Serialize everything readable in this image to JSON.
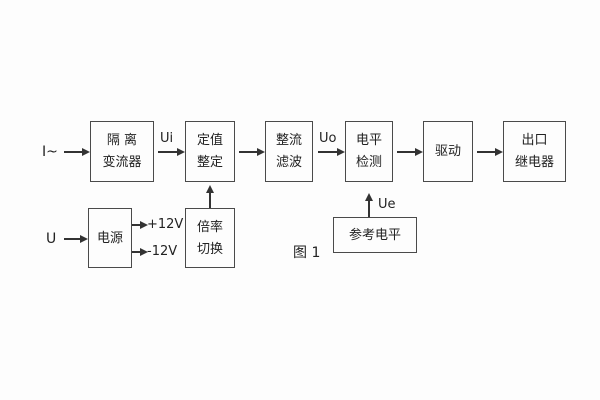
{
  "figure": {
    "caption": "图 1",
    "type": "block-flow-diagram",
    "colors": {
      "background": "#fdfdfd",
      "line": "#333333",
      "box_border": "#4a4a4a",
      "text": "#222222"
    }
  },
  "blocks": {
    "isolation": {
      "line1": "隔 离",
      "line2": "变流器"
    },
    "setpoint": {
      "line1": "定值",
      "line2": "整定"
    },
    "rectifier": {
      "line1": "整流",
      "line2": "滤波"
    },
    "level_detect": {
      "line1": "电平",
      "line2": "检测"
    },
    "drive": {
      "label": "驱动"
    },
    "output_relay": {
      "line1": "出口",
      "line2": "继电器"
    },
    "power": {
      "label": "电源"
    },
    "ratio_switch": {
      "line1": "倍率",
      "line2": "切换"
    },
    "reference_level": {
      "label": "参考电平"
    }
  },
  "signals": {
    "input_current": "I~",
    "input_voltage": "U",
    "ui": "Ui",
    "uo": "Uo",
    "ue": "Ue",
    "plus12v": "+12V",
    "minus12v": "-12V"
  }
}
